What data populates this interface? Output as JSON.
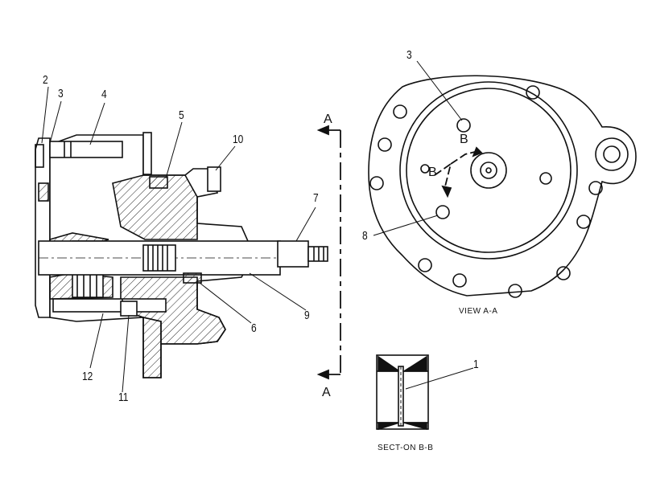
{
  "callouts": {
    "c2": "2",
    "c3_left": "3",
    "c4": "4",
    "c5": "5",
    "c10": "10",
    "c7": "7",
    "c9": "9",
    "c6": "6",
    "c12": "12",
    "c11": "11",
    "c3_right": "3",
    "c8": "8",
    "c1": "1"
  },
  "section_marks": {
    "a_top": "A",
    "a_bottom": "A",
    "b_upper": "B",
    "b_lower": "B"
  },
  "captions": {
    "view_aa": "VIEW A-A",
    "section_bb": "SECT-ON B-B"
  }
}
